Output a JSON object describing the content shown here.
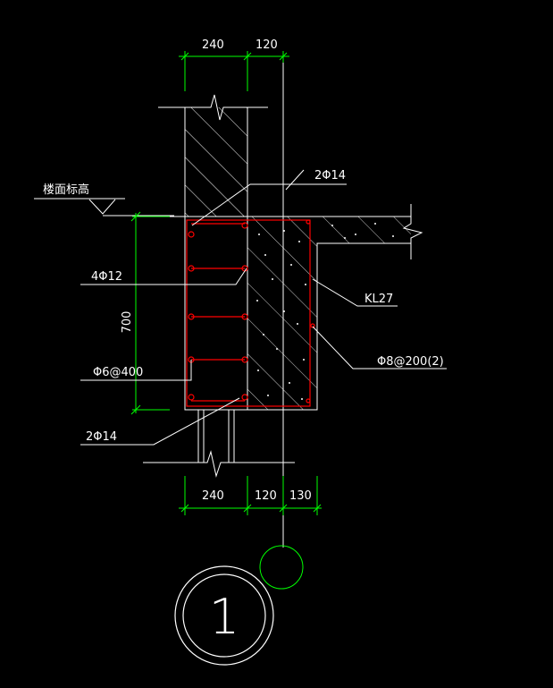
{
  "colors": {
    "background": "#000000",
    "outline": "#ffffff",
    "dimension": "#00ff00",
    "rebar": "#ff0000",
    "hatch": "#ffffff"
  },
  "dimensions": {
    "top": [
      "240",
      "120"
    ],
    "bottom": [
      "240",
      "120",
      "130"
    ],
    "left_height": "700"
  },
  "labels": {
    "floor_level": "楼面标高",
    "top_bars": "2Φ14",
    "side_bars": "4Φ12",
    "stirrup_wall": "Φ6@400",
    "bottom_bars": "2Φ14",
    "beam_id": "KL27",
    "stirrup_beam": "Φ8@200(2)"
  },
  "detail_number": "1",
  "icons": {
    "level_marker": "level-triangle-icon",
    "detail_marker": "detail-circle-icon",
    "break_marker": "break-line-icon"
  }
}
